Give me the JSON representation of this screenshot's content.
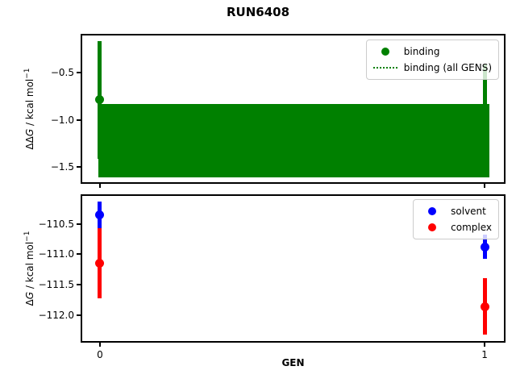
{
  "title": "RUN6408",
  "xlabel": "GEN",
  "colors": {
    "binding": "#008000",
    "solvent": "#0000ff",
    "complex": "#ff0000",
    "spine": "#000000",
    "legend_border": "#cccccc"
  },
  "chart_data": [
    {
      "type": "scatter",
      "subplot": "top",
      "ylabel": {
        "prefix": "ΔΔ",
        "variable": "G",
        "unit": " / kcal mol",
        "sup": "−1"
      },
      "xlim": [
        -0.046,
        1.05
      ],
      "ylim": [
        -1.66,
        -0.11
      ],
      "grid": false,
      "legend_position": "upper right",
      "yticks": [
        "−0.5",
        "−1.0",
        "−1.5"
      ],
      "ytick_values": [
        -0.5,
        -1.0,
        -1.5
      ],
      "xticks": [],
      "xtick_values": [
        0,
        1
      ],
      "series": [
        {
          "name": "binding",
          "color": "#008000",
          "marker": "circle",
          "x": [
            0,
            1
          ],
          "y": [
            -0.79,
            -1.01
          ],
          "yerr": [
            0.62,
            0.59
          ]
        }
      ],
      "band": {
        "name": "binding (all GENS)",
        "color": "#008000",
        "style": "dotted center line with filled error band",
        "x": [
          0,
          1
        ],
        "y_center": -1.22,
        "y_top": -0.83,
        "y_bottom": -1.61
      },
      "legend": [
        {
          "label": "binding",
          "marker": "dot",
          "color": "#008000"
        },
        {
          "label": "binding (all GENS)",
          "marker": "dotted-line",
          "color": "#008000"
        }
      ]
    },
    {
      "type": "scatter",
      "subplot": "bottom",
      "ylabel": {
        "prefix": "Δ",
        "variable": "G",
        "unit": " / kcal mol",
        "sup": "−1"
      },
      "xlim": [
        -0.046,
        1.05
      ],
      "ylim": [
        -112.43,
        -110.04
      ],
      "grid": false,
      "legend_position": "upper right",
      "yticks": [
        "−110.5",
        "−111.0",
        "−111.5",
        "−112.0"
      ],
      "ytick_values": [
        -110.5,
        -111.0,
        -111.5,
        -112.0
      ],
      "xticks": [
        "0",
        "1"
      ],
      "xtick_values": [
        0,
        1
      ],
      "series": [
        {
          "name": "solvent",
          "color": "#0000ff",
          "marker": "circle",
          "x": [
            0,
            1
          ],
          "y": [
            -110.35,
            -110.88
          ],
          "yerr": [
            0.22,
            0.2
          ]
        },
        {
          "name": "complex",
          "color": "#ff0000",
          "marker": "circle",
          "x": [
            0,
            1
          ],
          "y": [
            -111.15,
            -111.86
          ],
          "yerr": [
            0.58,
            0.46
          ]
        }
      ],
      "legend": [
        {
          "label": "solvent",
          "marker": "dot",
          "color": "#0000ff"
        },
        {
          "label": "complex",
          "marker": "dot",
          "color": "#ff0000"
        }
      ]
    }
  ]
}
